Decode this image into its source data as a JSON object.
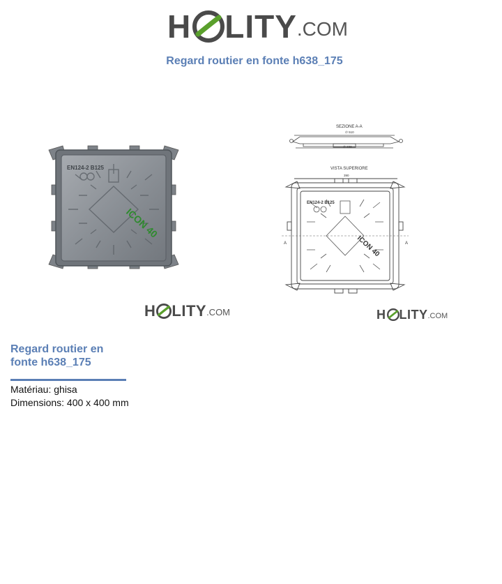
{
  "logo": {
    "pre": "H",
    "post": "LITY",
    "domain": ".COM",
    "accent": "#5aa02c",
    "gray": "#4a4a4a"
  },
  "page_title": "Regard routier en fonte h638_175",
  "drawing": {
    "section_label": "SEZIONE A-A",
    "top_view_label": "VISTA SUPERIORE",
    "dim_total": "∅ 510",
    "dim_inner": "∅ 236",
    "dim_width": "390",
    "cover_text": "EN124-2 B125",
    "brand_text": "ICON 40",
    "section_marker": "A"
  },
  "photo": {
    "cover_text": "EN124-2 B125",
    "brand_text": "ICON 40"
  },
  "product": {
    "title_line1": "Regard routier en",
    "title_line2": "fonte h638_175",
    "material": "Matériau: ghisa",
    "dimensions": "Dimensions: 400 x 400 mm"
  },
  "colors": {
    "title_blue": "#5b7fb5",
    "cast_iron": "#8b9096",
    "brand_green": "#2f8a2f"
  }
}
